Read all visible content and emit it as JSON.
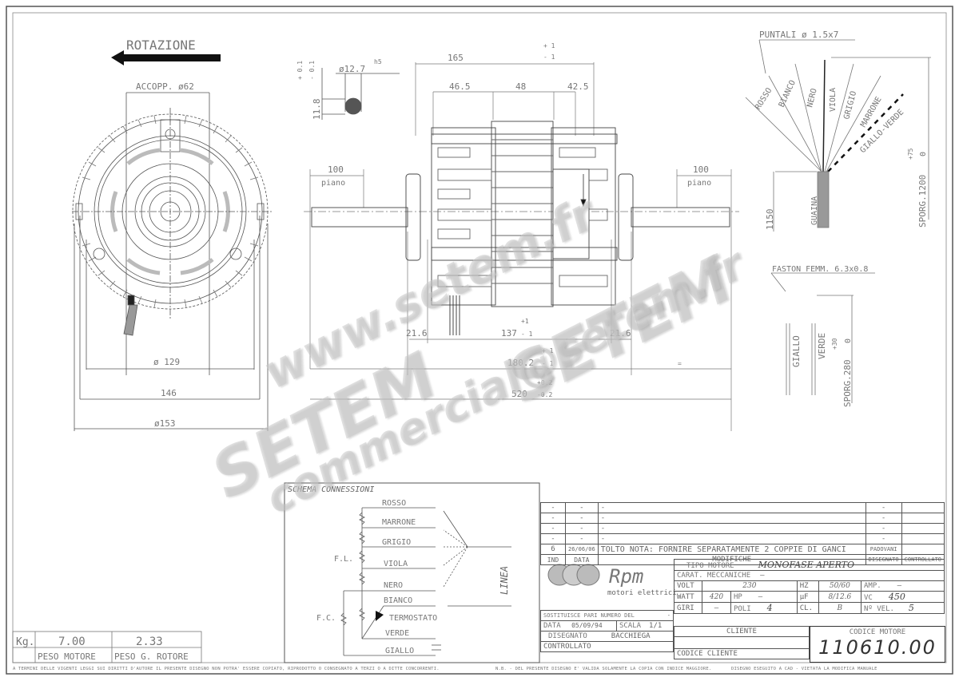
{
  "drawing": {
    "rotation_label": "ROTAZIONE",
    "coupling_label": "ACCOPP. ø62",
    "front_view_dims": {
      "d129": "ø 129",
      "d146": "146",
      "d153": "ø153"
    },
    "shaft_section": {
      "diameter": "ø12.7",
      "tolerance": "h5",
      "flat": "11.8",
      "flat_tol_plus": "+ 0.1",
      "flat_tol_minus": "- 0.1"
    },
    "side_view_dims": {
      "overall_body": "165",
      "overall_body_tol_plus": "+ 1",
      "overall_body_tol_minus": "- 1",
      "seg1": "46.5",
      "seg2": "48",
      "seg3": "42.5",
      "shaft_flat_left": "100",
      "shaft_flat_right": "100",
      "flat_label": "piano",
      "hub_left": "21.6",
      "hub_right": "21.6",
      "stator": "137",
      "stator_tol_plus": "+1",
      "stator_tol_minus": "- 1",
      "between": "180.2",
      "between_tol_plus": "+ 1",
      "between_tol_minus": "- 1",
      "total": "520",
      "total_tol_plus": "+0.2",
      "total_tol_minus": "-0.2",
      "equal_mark": "="
    },
    "lead_wires": {
      "tips_label": "PUNTALI ø 1.5x7",
      "wires": [
        "ROSSO",
        "BIANCO",
        "NERO",
        "VIOLA",
        "GRIGIO",
        "MARRONE",
        "GIALLO-VERDE"
      ],
      "sheath_label": "GUAINA",
      "sheath_length": "1150",
      "protrusion": "SPORG.1200",
      "protrusion_tol_plus": "+75",
      "protrusion_tol_minus": "0"
    },
    "capacitor_leads": {
      "faston_label": "FASTON FEMM. 6.3x0.8",
      "wires": [
        "GIALLO",
        "VERDE"
      ],
      "protrusion": "SPORG.280",
      "protrusion_tol_plus": "+30",
      "protrusion_tol_minus": "0"
    }
  },
  "schema": {
    "title": "SCHEMA CONNESSIONI",
    "wires": [
      "ROSSO",
      "MARRONE",
      "GRIGIO",
      "VIOLA",
      "NERO",
      "BIANCO",
      "TERMOSTATO",
      "VERDE",
      "GIALLO"
    ],
    "fl_label": "F.L.",
    "fc_label": "F.C.",
    "line_label": "LINEA"
  },
  "weights": {
    "unit": "Kg.",
    "motor_weight": "7.00",
    "rotor_weight": "2.33",
    "motor_label": "PESO MOTORE",
    "rotor_label": "PESO G. ROTORE"
  },
  "revisions": {
    "rows": [
      {
        "ind": "-",
        "data": "-",
        "desc": "-",
        "drawn": "-",
        "checked": ""
      },
      {
        "ind": "-",
        "data": "-",
        "desc": "-",
        "drawn": "-",
        "checked": ""
      },
      {
        "ind": "-",
        "data": "-",
        "desc": "-",
        "drawn": "-",
        "checked": ""
      },
      {
        "ind": "-",
        "data": "-",
        "desc": "-",
        "drawn": "-",
        "checked": ""
      },
      {
        "ind": "6",
        "data": "26/06/06",
        "desc": "TOLTO NOTA: FORNIRE SEPARATAMENTE 2 COPPIE DI GANCI",
        "drawn": "PADOVANI",
        "checked": ""
      }
    ],
    "headers": {
      "ind": "IND",
      "data": "DATA",
      "desc": "MODIFICHE",
      "drawn": "DISEGNATO",
      "checked": "CONTROLLATO"
    }
  },
  "title_block": {
    "brand": "Rpm",
    "brand_sub": "motori elettrici",
    "tipo_motore_label": "TIPO MOTORE",
    "tipo_motore": "MONOFASE APERTO",
    "carat_label": "CARAT. MECCANICHE",
    "carat": "—",
    "volt_label": "VOLT",
    "volt": "230",
    "hz_label": "HZ",
    "hz": "50/60",
    "amp_label": "AMP.",
    "amp": "—",
    "watt_label": "WATT",
    "watt": "420",
    "hp_label": "HP",
    "hp": "—",
    "uf_label": "µF",
    "uf": "8/12.6",
    "vc_label": "VC",
    "vc": "450",
    "giri_label": "GIRI",
    "giri": "—",
    "poli_label": "POLI",
    "poli": "4",
    "cl_label": "CL.",
    "cl": "B",
    "nvel_label": "Nº VEL.",
    "nvel": "5",
    "sostituisce_label": "SOSTITUISCE PARI NUMERO DEL",
    "sostituisce": "-",
    "data_label": "DATA",
    "data": "05/09/94",
    "scala_label": "SCALA",
    "scala": "1/1",
    "disegnato_label": "DISEGNATO",
    "disegnato": "BACCHIEGA",
    "controllato_label": "CONTROLLATO",
    "cliente_label": "CLIENTE",
    "codice_cliente_label": "CODICE CLIENTE",
    "codice_motore_label": "CODICE MOTORE",
    "codice_motore": "110610.00"
  },
  "footer": {
    "left": "A TERMINI DELLE VIGENTI LEGGI SUI DIRITTI D'AUTORE IL PRESENTE DISEGNO NON POTRA' ESSERE COPIATO, RIPRODOTTO O CONSEGNATO A TERZI O A DITTE CONCORRENTI.",
    "middle": "N.B. - DEL PRESENTE DISEGNO E' VALIDA SOLAMENTE LA COPIA CON INDICE MAGGIORE.",
    "right": "DISEGNO ESEGUITO A CAD - VIETATA LA MODIFICA MANUALE"
  },
  "watermarks": {
    "www": "www.setem.fr",
    "brand": "SETEM",
    "brand2": "SETEM",
    "email": "commercial@setem.fr"
  }
}
